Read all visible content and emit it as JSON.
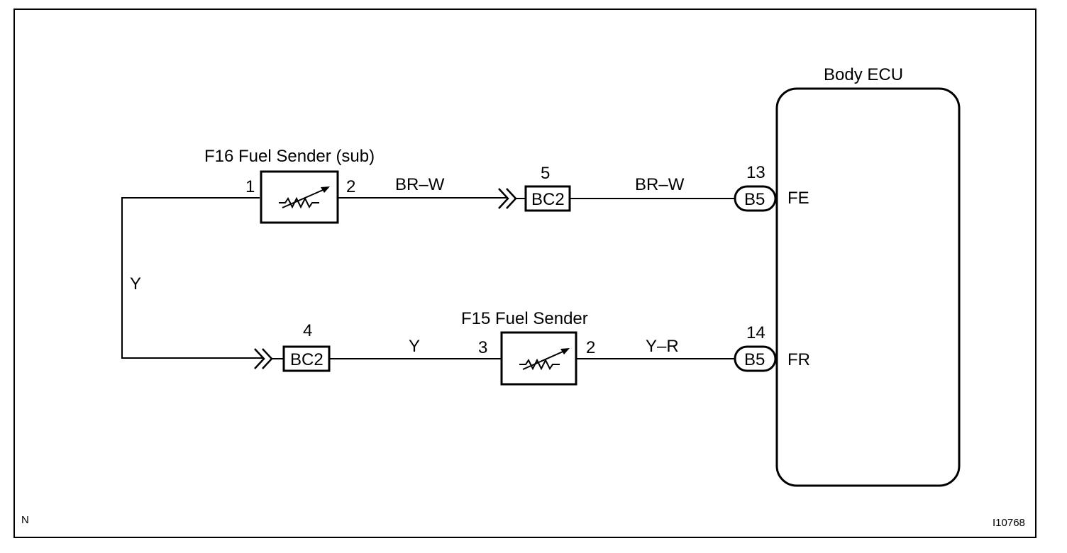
{
  "ecu": {
    "title": "Body ECU",
    "pin_fe": "FE",
    "pin_fr": "FR"
  },
  "f16": {
    "title": "F16 Fuel Sender (sub)",
    "pin_in": "1",
    "pin_out": "2"
  },
  "f15": {
    "title": "F15 Fuel Sender",
    "pin_in": "3",
    "pin_out": "2"
  },
  "connectors": {
    "bc2_top": {
      "label": "BC2",
      "pin": "5"
    },
    "bc2_bottom": {
      "label": "BC2",
      "pin": "4"
    },
    "b5_top": {
      "label": "B5",
      "pin": "13"
    },
    "b5_bottom": {
      "label": "B5",
      "pin": "14"
    }
  },
  "wires": {
    "top_left": "BR–W",
    "top_right": "BR–W",
    "left_vertical": "Y",
    "bottom_left": "Y",
    "bottom_right": "Y–R"
  },
  "footer": {
    "corner_left": "N",
    "figure_id": "I10768"
  }
}
